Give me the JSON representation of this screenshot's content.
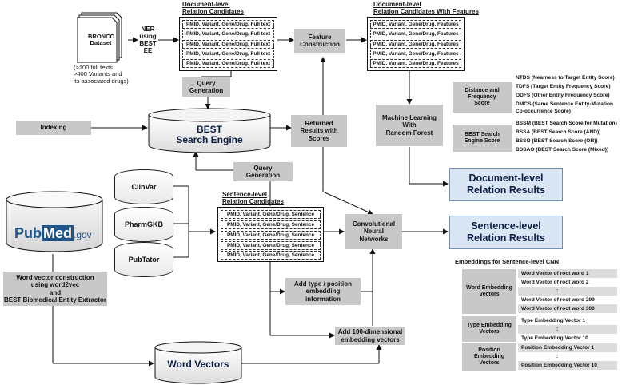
{
  "bronco": {
    "name": "BRONCO\nDataset",
    "note": "(>100 full texts,\n>400 Variants and\nits associated drugs)"
  },
  "ner": "NER\nusing\nBEST EE",
  "doc_candidates": {
    "title": "Document-level\nRelation Candidates",
    "items": [
      "PMID, Variant, Gene/Drug, Full text",
      "PMID, Variant, Gene/Drug, Full text",
      "PMID, Variant, Gene/Drug, Full text",
      "PMID, Variant, Gene/Drug, Full text",
      "PMID, Variant, Gene/Drug, Full text"
    ]
  },
  "feature_construction": "Feature\nConstruction",
  "doc_features": {
    "title": "Document-level\nRelation Candidates With Features",
    "items": [
      "PMID, Variant, Gene/Drug, Features",
      "PMID, Variant, Gene/Drug, Features",
      "PMID, Variant, Gene/Drug, Features",
      "PMID, Variant, Gene/Drug, Features",
      "PMID, Variant, Gene/Drug, Features"
    ]
  },
  "query_generation_1": "Query\nGeneration",
  "query_generation_2": "Query\nGeneration",
  "indexing": "Indexing",
  "best_engine": "BEST\nSearch Engine",
  "returned_results": "Returned\nResults with\nScores",
  "pubmed": {
    "pub": "Pub",
    "med": "Med",
    "gov": ".gov"
  },
  "sources": [
    "ClinVar",
    "PharmGKB",
    "PubTator"
  ],
  "sent_candidates": {
    "title": "Sentence-level\nRelation Candidates",
    "items": [
      "PMID, Variant, Gene/Drug, Sentence",
      "PMID, Variant, Gene/Drug, Sentence",
      "PMID, Variant, Gene/Drug, Sentence",
      "PMID, Variant, Gene/Drug, Sentence",
      "PMID, Variant, Gene/Drug, Sentence"
    ]
  },
  "cnn": "Convolutional\nNeural\nNetworks",
  "ml": "Machine Learning\nWith\nRandom Forest",
  "distance_scores": {
    "head": "Distance and\nFrequency\nScore",
    "rows": [
      "NTDS (Nearness to Target Entity Score)",
      "TDFS (Target Entity Frequency Score)",
      "ODFS (Other Entity Frequency Score)",
      "DMCS (Same Sentence Entity-Mutation",
      "Co-occurrence Score)"
    ]
  },
  "best_scores": {
    "head": "BEST Search\nEngine Score",
    "rows": [
      "BSSM (BEST Search Score for Mutation)",
      "BSSA (BEST Search Score (AND))",
      "BSSO (BEST Search Score (OR))",
      "BSSAO (BEST Search Score (Mixed))"
    ]
  },
  "doc_result": "Document-level\nRelation Results",
  "sent_result": "Sentence-level\nRelation Results",
  "word2vec": "Word vector construction\nusing word2vec\nand\nBEST Biomedical Entity Extractor",
  "add_type": "Add type / position\nembedding\ninformation",
  "add_100": "Add 100-dimensional\nembedding vectors",
  "word_vectors": "Word Vectors",
  "embeddings": {
    "title": "Embeddings for Sentence-level CNN",
    "word_head": "Word Embedding\nVectors",
    "word_rows": [
      "Word Vector of root word 1",
      "Word Vector of root word 2",
      ":",
      "Word Vector of root word 299",
      "Word Vector of root word 300"
    ],
    "type_head": "Type Embedding\nVectors",
    "type_rows": [
      "Type Embedding Vector 1",
      ":",
      "Type Embedding Vector 10"
    ],
    "pos_head": "Position\nEmbedding\nVectors",
    "pos_rows": [
      "Position Embedding Vector 1",
      ":",
      "Position Embedding Vector 10"
    ]
  }
}
